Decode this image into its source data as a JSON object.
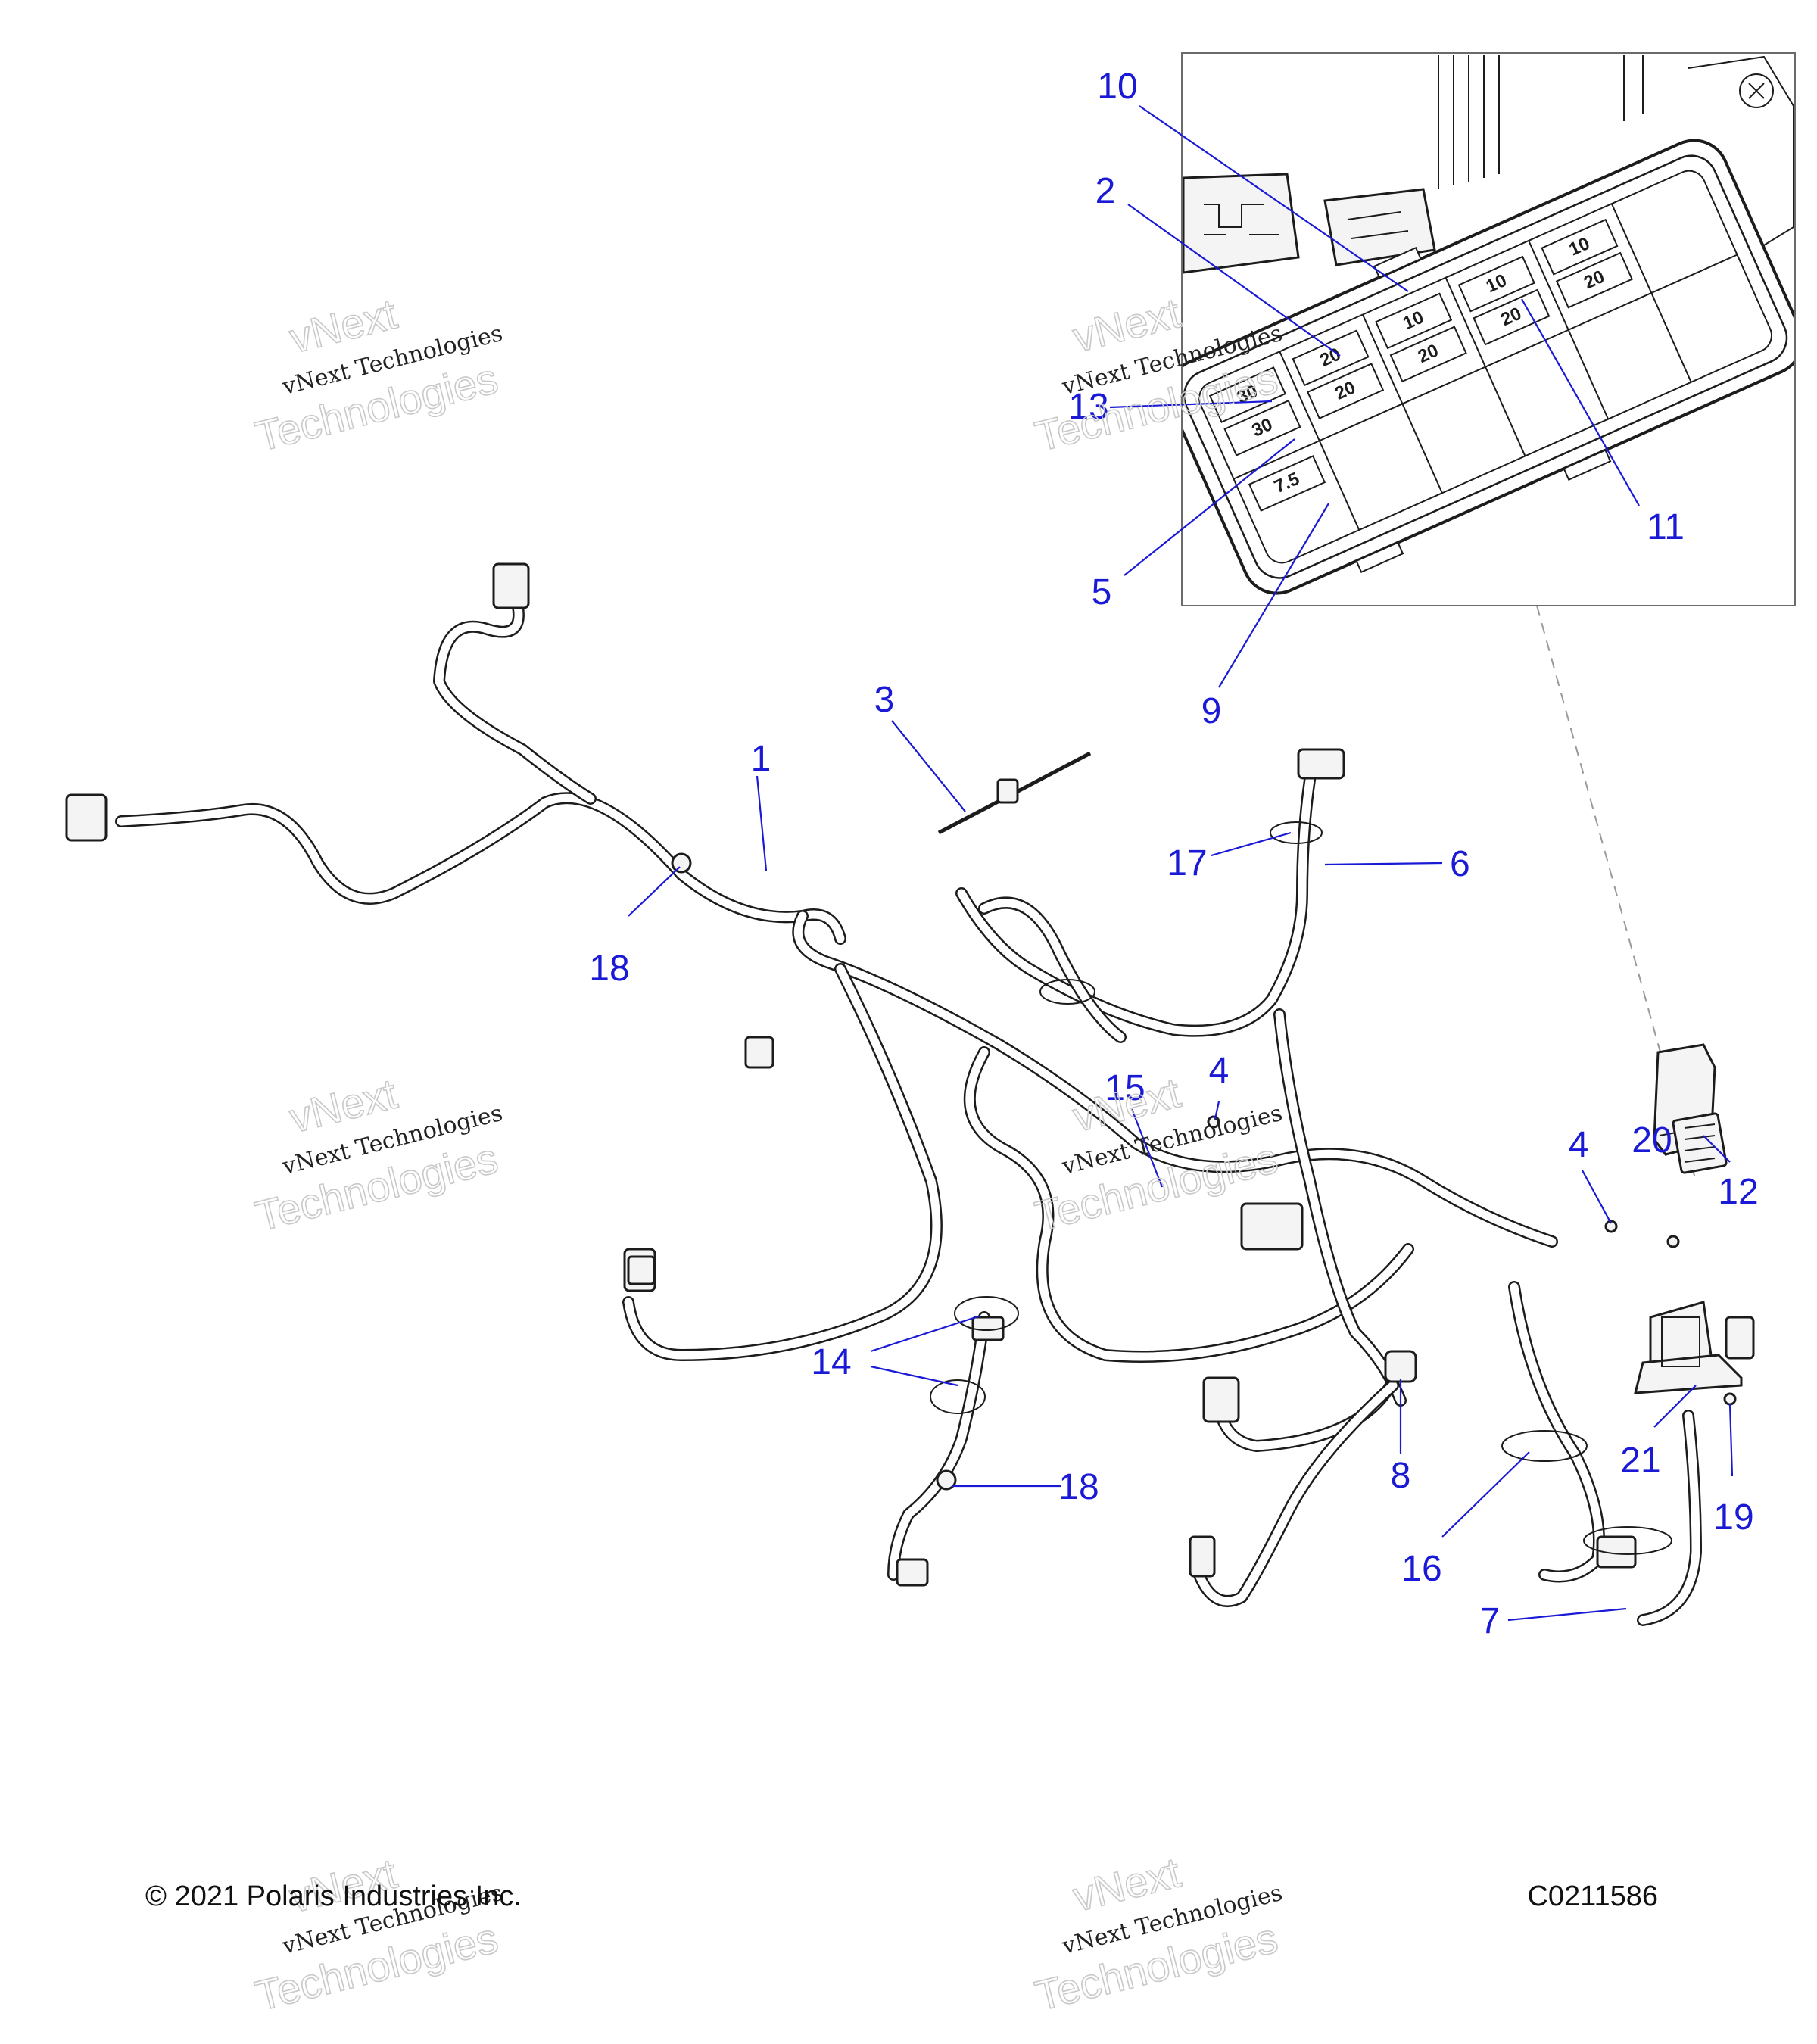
{
  "footer": {
    "copyright": "© 2021 Polaris Industries Inc.",
    "diagram_code": "C0211586"
  },
  "watermark": {
    "line1": "vNext",
    "line2": "vNext Technologies",
    "line3": "Technologies"
  },
  "inset": {
    "fuse_ratings": [
      "10",
      "20",
      "20",
      "10",
      "20",
      "10",
      "20",
      "20",
      "30",
      "30",
      "7.5"
    ]
  },
  "callouts": [
    "1",
    "2",
    "3",
    "4",
    "4",
    "5",
    "6",
    "7",
    "8",
    "9",
    "10",
    "11",
    "12",
    "13",
    "14",
    "15",
    "16",
    "17",
    "18",
    "18",
    "19",
    "20",
    "21"
  ],
  "colors": {
    "callout": "#1a1ad6",
    "line_art": "#1c1c1c",
    "watermark_outline": "#c9c9c9"
  }
}
